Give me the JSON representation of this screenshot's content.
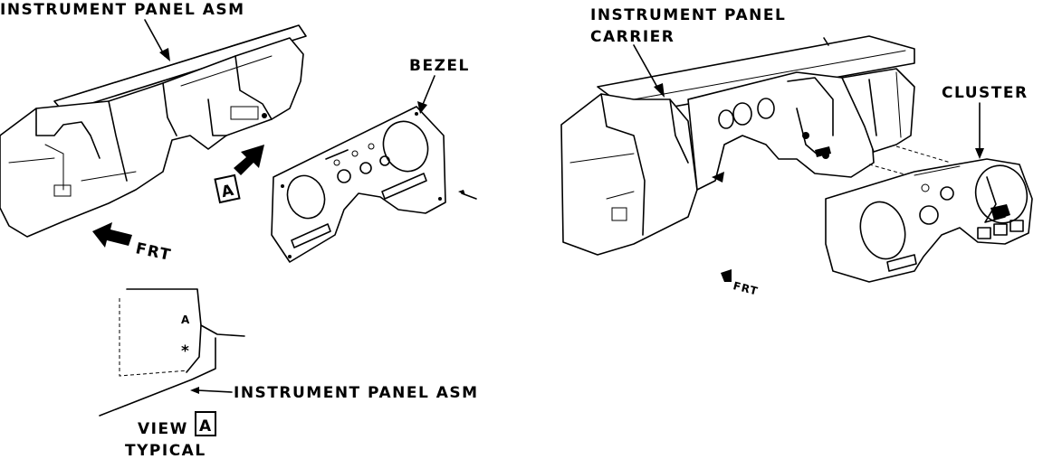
{
  "labels": {
    "instrument_panel_asm_top": "INSTRUMENT PANEL ASM",
    "bezel": "BEZEL",
    "front_left": "FRT",
    "callout_letter": "A",
    "view_a_prefix": "VIEW",
    "view_a_letter": "A",
    "typical": "TYPICAL",
    "instrument_panel_asm_detail": "INSTRUMENT PANEL ASM",
    "instrument_panel_carrier_line1": "INSTRUMENT PANEL",
    "instrument_panel_carrier_line2": "CARRIER",
    "cluster": "CLUSTER",
    "front_right": "FRT"
  },
  "colors": {
    "ink": "#000000",
    "paper": "#ffffff"
  }
}
